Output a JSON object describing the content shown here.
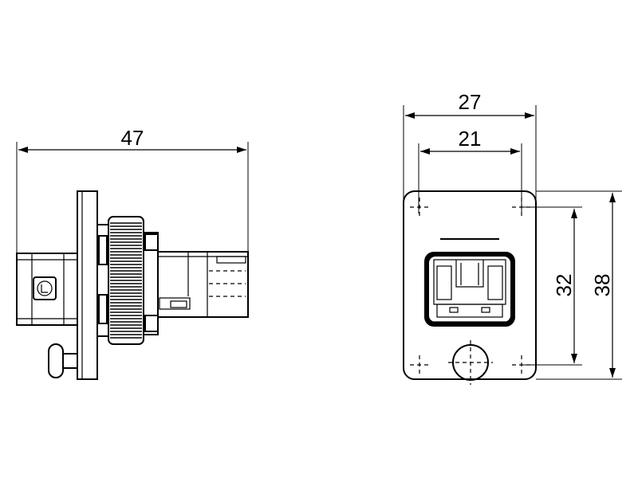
{
  "side_view": {
    "width_dim": "47"
  },
  "front_view": {
    "outer_width_dim": "27",
    "inner_width_dim": "21",
    "inner_height_dim": "32",
    "outer_height_dim": "38"
  }
}
